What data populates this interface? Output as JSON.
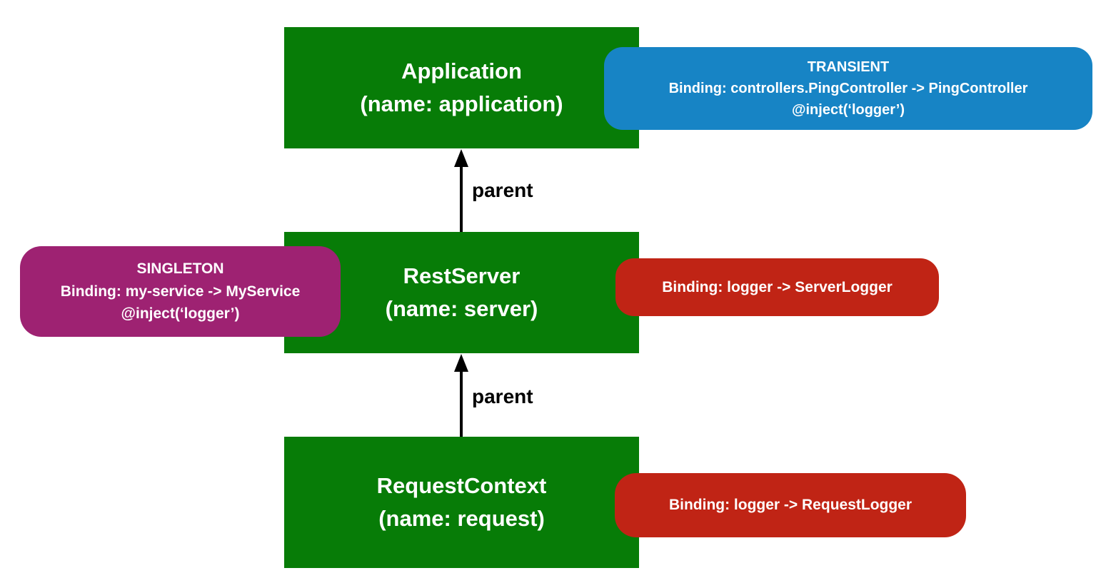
{
  "nodes": {
    "application": {
      "title": "Application",
      "subtitle": "(name: application)"
    },
    "server": {
      "title": "RestServer",
      "subtitle": "(name: server)"
    },
    "request": {
      "title": "RequestContext",
      "subtitle": "(name: request)"
    }
  },
  "edges": [
    {
      "label": "parent"
    },
    {
      "label": "parent"
    }
  ],
  "badges": {
    "transient": {
      "scope": "TRANSIENT",
      "binding": "Binding: controllers.PingController -> PingController",
      "inject": "@inject(‘logger’)"
    },
    "singleton": {
      "scope": "SINGLETON",
      "binding": "Binding: my-service -> MyService",
      "inject": "@inject(‘logger’)"
    },
    "server_logger": {
      "binding": "Binding: logger -> ServerLogger"
    },
    "request_logger": {
      "binding": "Binding: logger -> RequestLogger"
    }
  },
  "colors": {
    "background": "#ffffff",
    "context_green": "#077c07",
    "transient_blue": "#1784c5",
    "singleton_purple": "#9e2272",
    "binding_red": "#c02415",
    "arrow_black": "#000000",
    "node_text": "#ffffff",
    "badge_text": "#ffffff",
    "edge_label_text": "#000000"
  }
}
